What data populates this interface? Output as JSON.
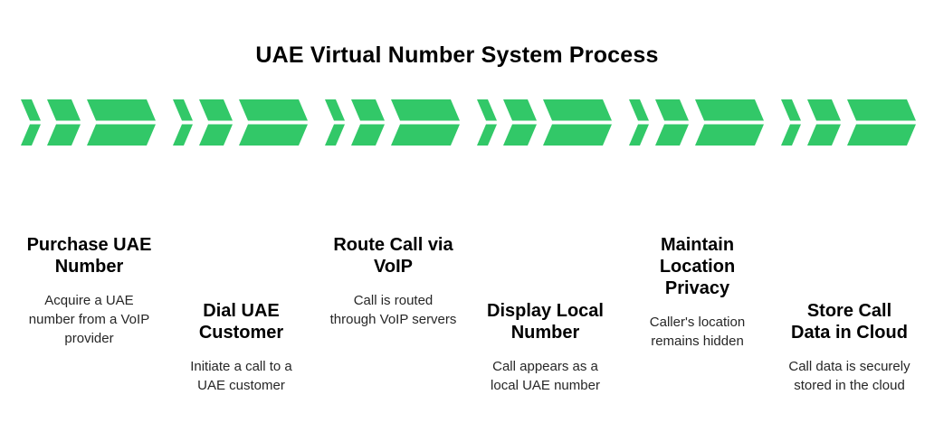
{
  "title": "UAE Virtual Number System Process",
  "theme": {
    "background": "#FFFFFF",
    "title_color": "#000000",
    "step_title_color": "#000000",
    "step_desc_color": "#262626",
    "arrow_color": "#32C868"
  },
  "arrows": {
    "icon": "triple-chevron-right",
    "count": 6
  },
  "steps": [
    {
      "title": "Purchase UAE\nNumber",
      "description": "Acquire a UAE\nnumber from a VoIP\nprovider"
    },
    {
      "title": "Dial UAE\nCustomer",
      "description": "Initiate a call to a\nUAE customer"
    },
    {
      "title": "Route Call via\nVoIP",
      "description": "Call is routed\nthrough VoIP servers"
    },
    {
      "title": "Display Local\nNumber",
      "description": "Call appears as a\nlocal UAE number"
    },
    {
      "title": "Maintain\nLocation\nPrivacy",
      "description": "Caller's location\nremains hidden"
    },
    {
      "title": "Store Call\nData in Cloud",
      "description": "Call data is securely\nstored in the cloud"
    }
  ]
}
